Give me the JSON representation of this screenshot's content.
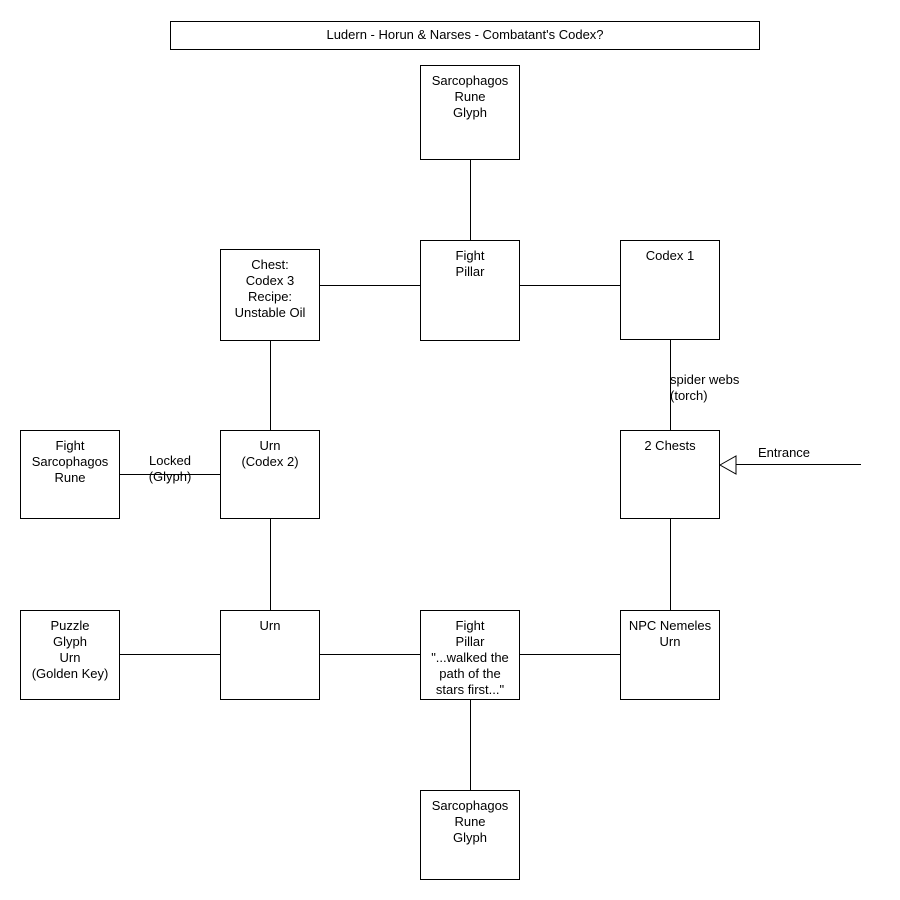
{
  "diagram": {
    "title": "Ludern - Horun & Narses - Combatant's Codex?",
    "nodes": {
      "sarcophagos_top": "Sarcophagos\nRune\nGlyph",
      "chest_codex3": "Chest:\nCodex 3\nRecipe:\nUnstable Oil",
      "fight_pillar_top": "Fight\nPillar",
      "codex1": "Codex 1",
      "fight_sarcophagos_rune": "Fight\nSarcophagos\nRune",
      "urn_codex2": "Urn\n(Codex 2)",
      "two_chests": "2 Chests",
      "puzzle_glyph_urn": "Puzzle\nGlyph\nUrn\n(Golden Key)",
      "urn_plain": "Urn",
      "fight_pillar_quote": "Fight\nPillar\n\"...walked the\npath of the\nstars first...\"",
      "npc_nemeles_urn": "NPC Nemeles\nUrn",
      "sarcophagos_bottom": "Sarcophagos\nRune\nGlyph"
    },
    "edge_labels": {
      "spider_webs": "spider webs\n(torch)",
      "locked_glyph": "Locked\n(Glyph)",
      "entrance": "Entrance"
    },
    "colors": {
      "stroke": "#000000",
      "fill": "#ffffff",
      "text": "#000000"
    }
  }
}
